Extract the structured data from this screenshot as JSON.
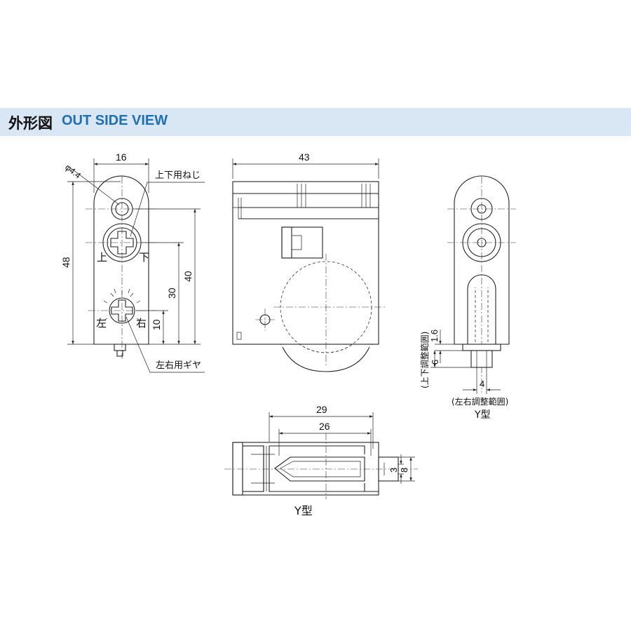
{
  "header": {
    "title_jp": "外形図",
    "title_en": "OUT SIDE VIEW"
  },
  "dims": {
    "phi": "φ4.4",
    "width16": "16",
    "height48": "48",
    "h40": "40",
    "h30": "30",
    "h10": "10",
    "width43": "43",
    "w29": "29",
    "w26": "26",
    "v3": "3",
    "v8": "8",
    "v1_6": "1.6",
    "v6": "6",
    "v4": "4"
  },
  "labels": {
    "updown_screw": "上下用ねじ",
    "lr_gear": "左右用ギヤ",
    "up": "上",
    "down": "下",
    "left": "左",
    "right": "右",
    "updown_range": "(上下調整範囲)",
    "lr_range": "(左右調整範囲)",
    "type_y_side": "Y型",
    "type_y_bottom": "Y型"
  },
  "colors": {
    "header_bg": "#d9e6f3",
    "title_blue": "#1f6fb2"
  }
}
